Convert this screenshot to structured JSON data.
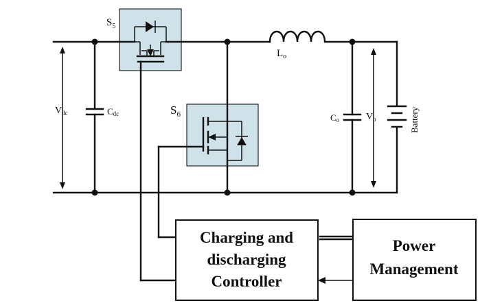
{
  "labels": {
    "s5": "S",
    "s5_sub": "5",
    "s6": "S",
    "s6_sub": "6",
    "vdc": "V",
    "vdc_sub": "dc",
    "cdc": "C",
    "cdc_sub": "dc",
    "lo": "L",
    "lo_sub": "o",
    "co": "C",
    "co_sub": "o",
    "vb": "V",
    "vb_sub": "b",
    "battery": "Battery"
  },
  "controller": {
    "line1": "Charging and",
    "line2": "discharging",
    "line3": "Controller"
  },
  "power": {
    "line1": "Power",
    "line2": "Management"
  }
}
